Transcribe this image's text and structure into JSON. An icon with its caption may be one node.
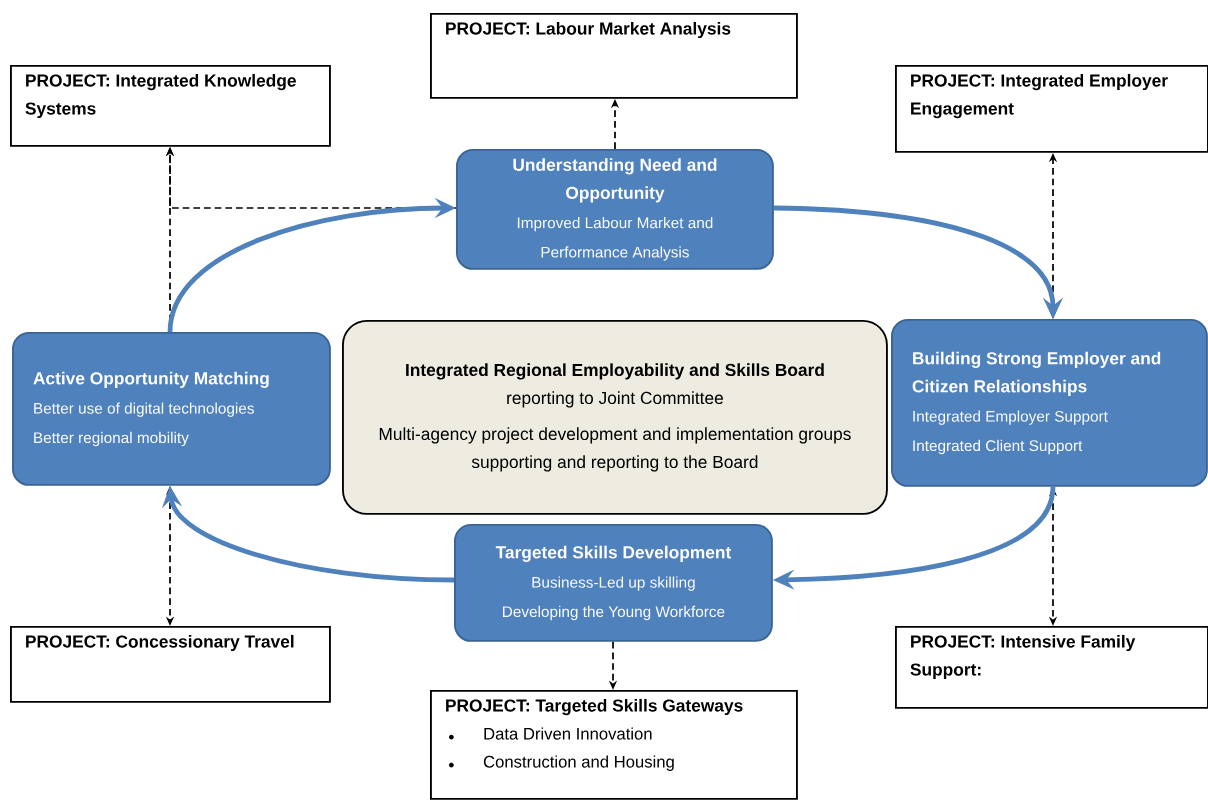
{
  "diagram": {
    "nodes": [
      {
        "text": [
          "PROJECT: Labour Market Analysis"
        ]
      },
      {
        "text": [
          "PROJECT: Integrated Knowledge Systems"
        ]
      },
      {
        "text": [
          "PROJECT: Integrated Employer Engagement"
        ]
      },
      {
        "text": [
          "Understanding Need and Opportunity",
          "Improved Labour Market and Performance Analysis"
        ]
      },
      {
        "text": [
          "Active Opportunity Matching",
          "Better use of digital technologies",
          "Better regional mobility"
        ]
      },
      {
        "text": [
          "Integrated Regional Employability and Skills Board",
          "reporting to Joint Committee",
          "Multi-agency project development and implementation groups supporting and reporting to the Board"
        ]
      },
      {
        "text": [
          "Building Strong Employer and Citizen Relationships",
          "Integrated Employer Support",
          "Integrated Client Support"
        ]
      },
      {
        "text": [
          "Targeted Skills Development",
          "Business-Led up skilling",
          "Developing the Young Workforce"
        ]
      },
      {
        "text": [
          "PROJECT: Concessionary Travel"
        ]
      },
      {
        "text": [
          "PROJECT: Intensive Family Support:"
        ]
      },
      {
        "text": [
          "PROJECT: Targeted Skills Gateways",
          "Data Driven Innovation",
          "Construction and Housing"
        ]
      }
    ],
    "edges": [
      {
        "from": 3,
        "to": 0,
        "arrow": "to",
        "style": "dashed"
      },
      {
        "from": 4,
        "to": 1,
        "arrow": "to",
        "style": "dashed"
      },
      {
        "from": 3,
        "to": 1,
        "arrow": "to",
        "style": "dashed"
      },
      {
        "from": 6,
        "to": 2,
        "arrow": "both",
        "style": "dashed"
      },
      {
        "from": 6,
        "to": 9,
        "arrow": "both",
        "style": "dashed"
      },
      {
        "from": 7,
        "to": 10,
        "arrow": "to",
        "style": "dashed"
      },
      {
        "from": 4,
        "to": 8,
        "arrow": "both",
        "style": "dashed"
      },
      {
        "from": 4,
        "to": 3,
        "arrow": "to",
        "style": "thick",
        "color": "#4f81bd"
      },
      {
        "from": 3,
        "to": 6,
        "arrow": "to",
        "style": "thick",
        "color": "#4f81bd"
      },
      {
        "from": 6,
        "to": 7,
        "arrow": "to",
        "style": "thick",
        "color": "#4f81bd"
      },
      {
        "from": 7,
        "to": 4,
        "arrow": "to",
        "style": "thick",
        "color": "#4f81bd"
      }
    ]
  }
}
